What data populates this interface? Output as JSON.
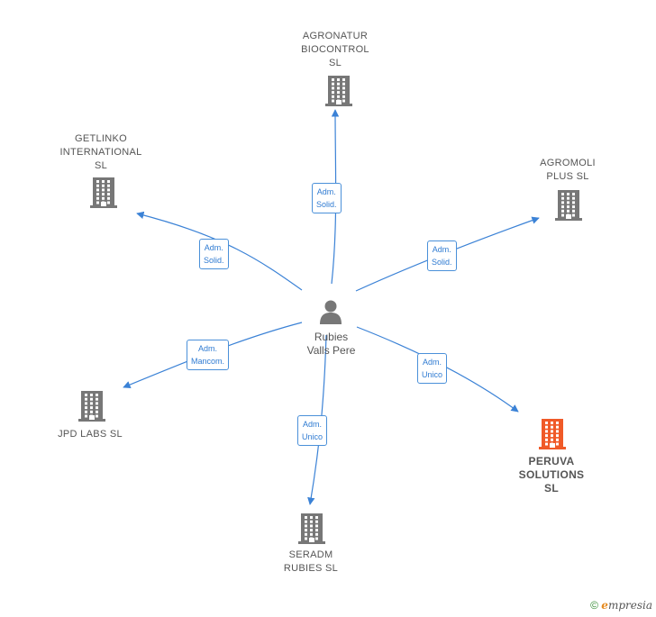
{
  "center": {
    "name": "Rubies Valls Pere",
    "name_lines": [
      "Rubies",
      "Valls Pere"
    ],
    "icon": "person-icon"
  },
  "nodes": [
    {
      "id": "agronatur",
      "lines": [
        "AGRONATUR",
        "BIOCONTROL",
        "SL"
      ],
      "icon": "building-icon",
      "color": "#777777"
    },
    {
      "id": "getlinko",
      "lines": [
        "GETLINKO",
        "INTERNATIONAL",
        "SL"
      ],
      "icon": "building-icon",
      "color": "#777777"
    },
    {
      "id": "agromoli",
      "lines": [
        "AGROMOLI",
        "PLUS  SL"
      ],
      "icon": "building-icon",
      "color": "#777777"
    },
    {
      "id": "jpd",
      "lines": [
        "JPD LABS  SL"
      ],
      "icon": "building-icon",
      "color": "#777777"
    },
    {
      "id": "seradm",
      "lines": [
        "SERADM",
        "RUBIES  SL"
      ],
      "icon": "building-icon",
      "color": "#777777"
    },
    {
      "id": "peruva",
      "lines": [
        "PERUVA",
        "SOLUTIONS",
        "SL"
      ],
      "icon": "building-icon",
      "color": "#f05a28"
    }
  ],
  "edges": [
    {
      "to": "agronatur",
      "lines": [
        "Adm.",
        "Solid."
      ]
    },
    {
      "to": "getlinko",
      "lines": [
        "Adm.",
        "Solid."
      ]
    },
    {
      "to": "agromoli",
      "lines": [
        "Adm.",
        "Solid."
      ]
    },
    {
      "to": "jpd",
      "lines": [
        "Adm.",
        "Mancom."
      ]
    },
    {
      "to": "seradm",
      "lines": [
        "Adm.",
        "Unico"
      ]
    },
    {
      "to": "peruva",
      "lines": [
        "Adm.",
        "Unico"
      ]
    }
  ],
  "colors": {
    "edge": "#3b82d6",
    "node_default": "#777777",
    "node_highlight": "#f05a28"
  },
  "footer": {
    "copyright": "©",
    "brand_e": "e",
    "brand_rest": "mpresia"
  }
}
